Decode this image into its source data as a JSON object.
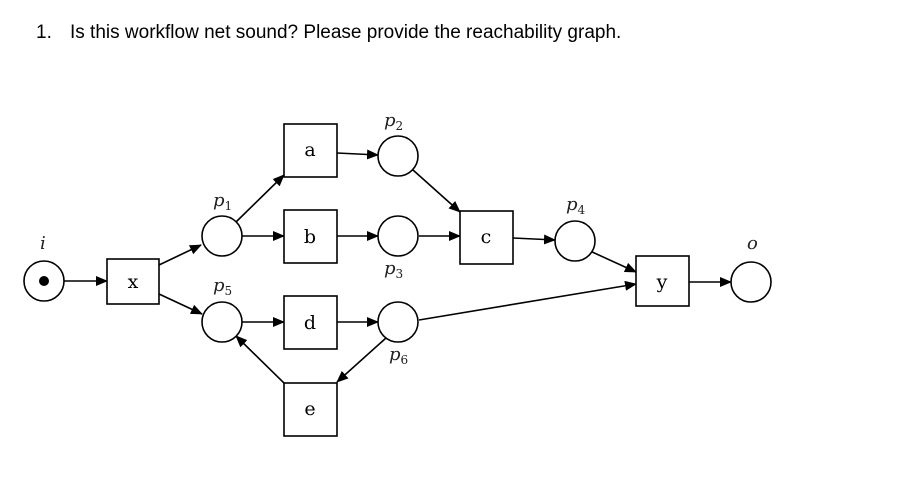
{
  "question": {
    "number": "1.",
    "text": "Is this workflow net sound? Please provide the reachability graph."
  },
  "net": {
    "places": {
      "i": {
        "label": "i",
        "sub": "",
        "tokens": 1
      },
      "p1": {
        "label": "p",
        "sub": "1",
        "tokens": 0
      },
      "p2": {
        "label": "p",
        "sub": "2",
        "tokens": 0
      },
      "p3": {
        "label": "p",
        "sub": "3",
        "tokens": 0
      },
      "p4": {
        "label": "p",
        "sub": "4",
        "tokens": 0
      },
      "p5": {
        "label": "p",
        "sub": "5",
        "tokens": 0
      },
      "p6": {
        "label": "p",
        "sub": "6",
        "tokens": 0
      },
      "o": {
        "label": "o",
        "sub": "",
        "tokens": 0
      }
    },
    "transitions": {
      "x": "x",
      "a": "a",
      "b": "b",
      "c": "c",
      "d": "d",
      "e": "e",
      "y": "y"
    },
    "arcs": [
      [
        "i",
        "x"
      ],
      [
        "x",
        "p1"
      ],
      [
        "x",
        "p5"
      ],
      [
        "p1",
        "a"
      ],
      [
        "p1",
        "b"
      ],
      [
        "a",
        "p2"
      ],
      [
        "b",
        "p3"
      ],
      [
        "p2",
        "c"
      ],
      [
        "p3",
        "c"
      ],
      [
        "c",
        "p4"
      ],
      [
        "p5",
        "d"
      ],
      [
        "d",
        "p6"
      ],
      [
        "p6",
        "e"
      ],
      [
        "e",
        "p5"
      ],
      [
        "p4",
        "y"
      ],
      [
        "p6",
        "y"
      ],
      [
        "y",
        "o"
      ]
    ]
  }
}
